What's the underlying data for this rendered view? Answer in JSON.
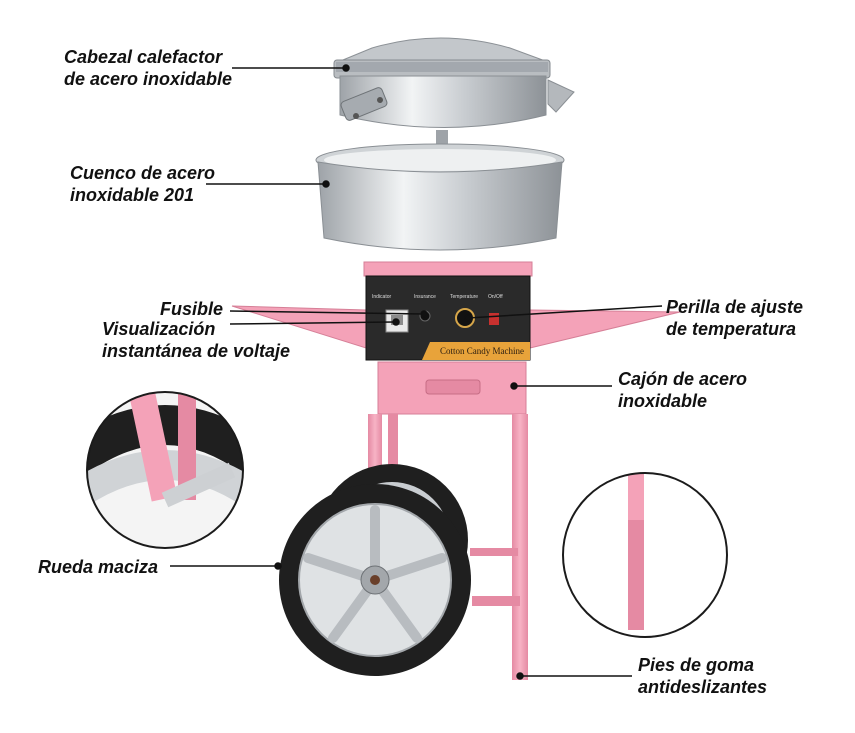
{
  "labels": {
    "head": [
      "Cabezal calefactor",
      "de acero inoxidable"
    ],
    "bowl": [
      "Cuenco de acero",
      "inoxidable 201"
    ],
    "fuse": [
      "Fusible"
    ],
    "voltage": [
      "Visualización",
      "instantánea de voltaje"
    ],
    "knob": [
      "Perilla de ajuste",
      "de temperatura"
    ],
    "drawer": [
      "Cajón de acero",
      "inoxidable"
    ],
    "wheel": [
      "Rueda maciza"
    ],
    "feet": [
      "Pies de goma",
      "antideslizantes"
    ]
  },
  "panel": {
    "indicators": [
      "Indicator",
      "Insurance",
      "Temperature",
      "On/Off"
    ],
    "brand": "Cotton Candy Machine"
  },
  "colors": {
    "pink": "#f4a2b8",
    "pink_dark": "#e58aa3",
    "steel": "#d7dadd",
    "panel": "#2a2a2a",
    "brand_strip": "#e8a33a",
    "rubber": "#1f1f1f"
  }
}
